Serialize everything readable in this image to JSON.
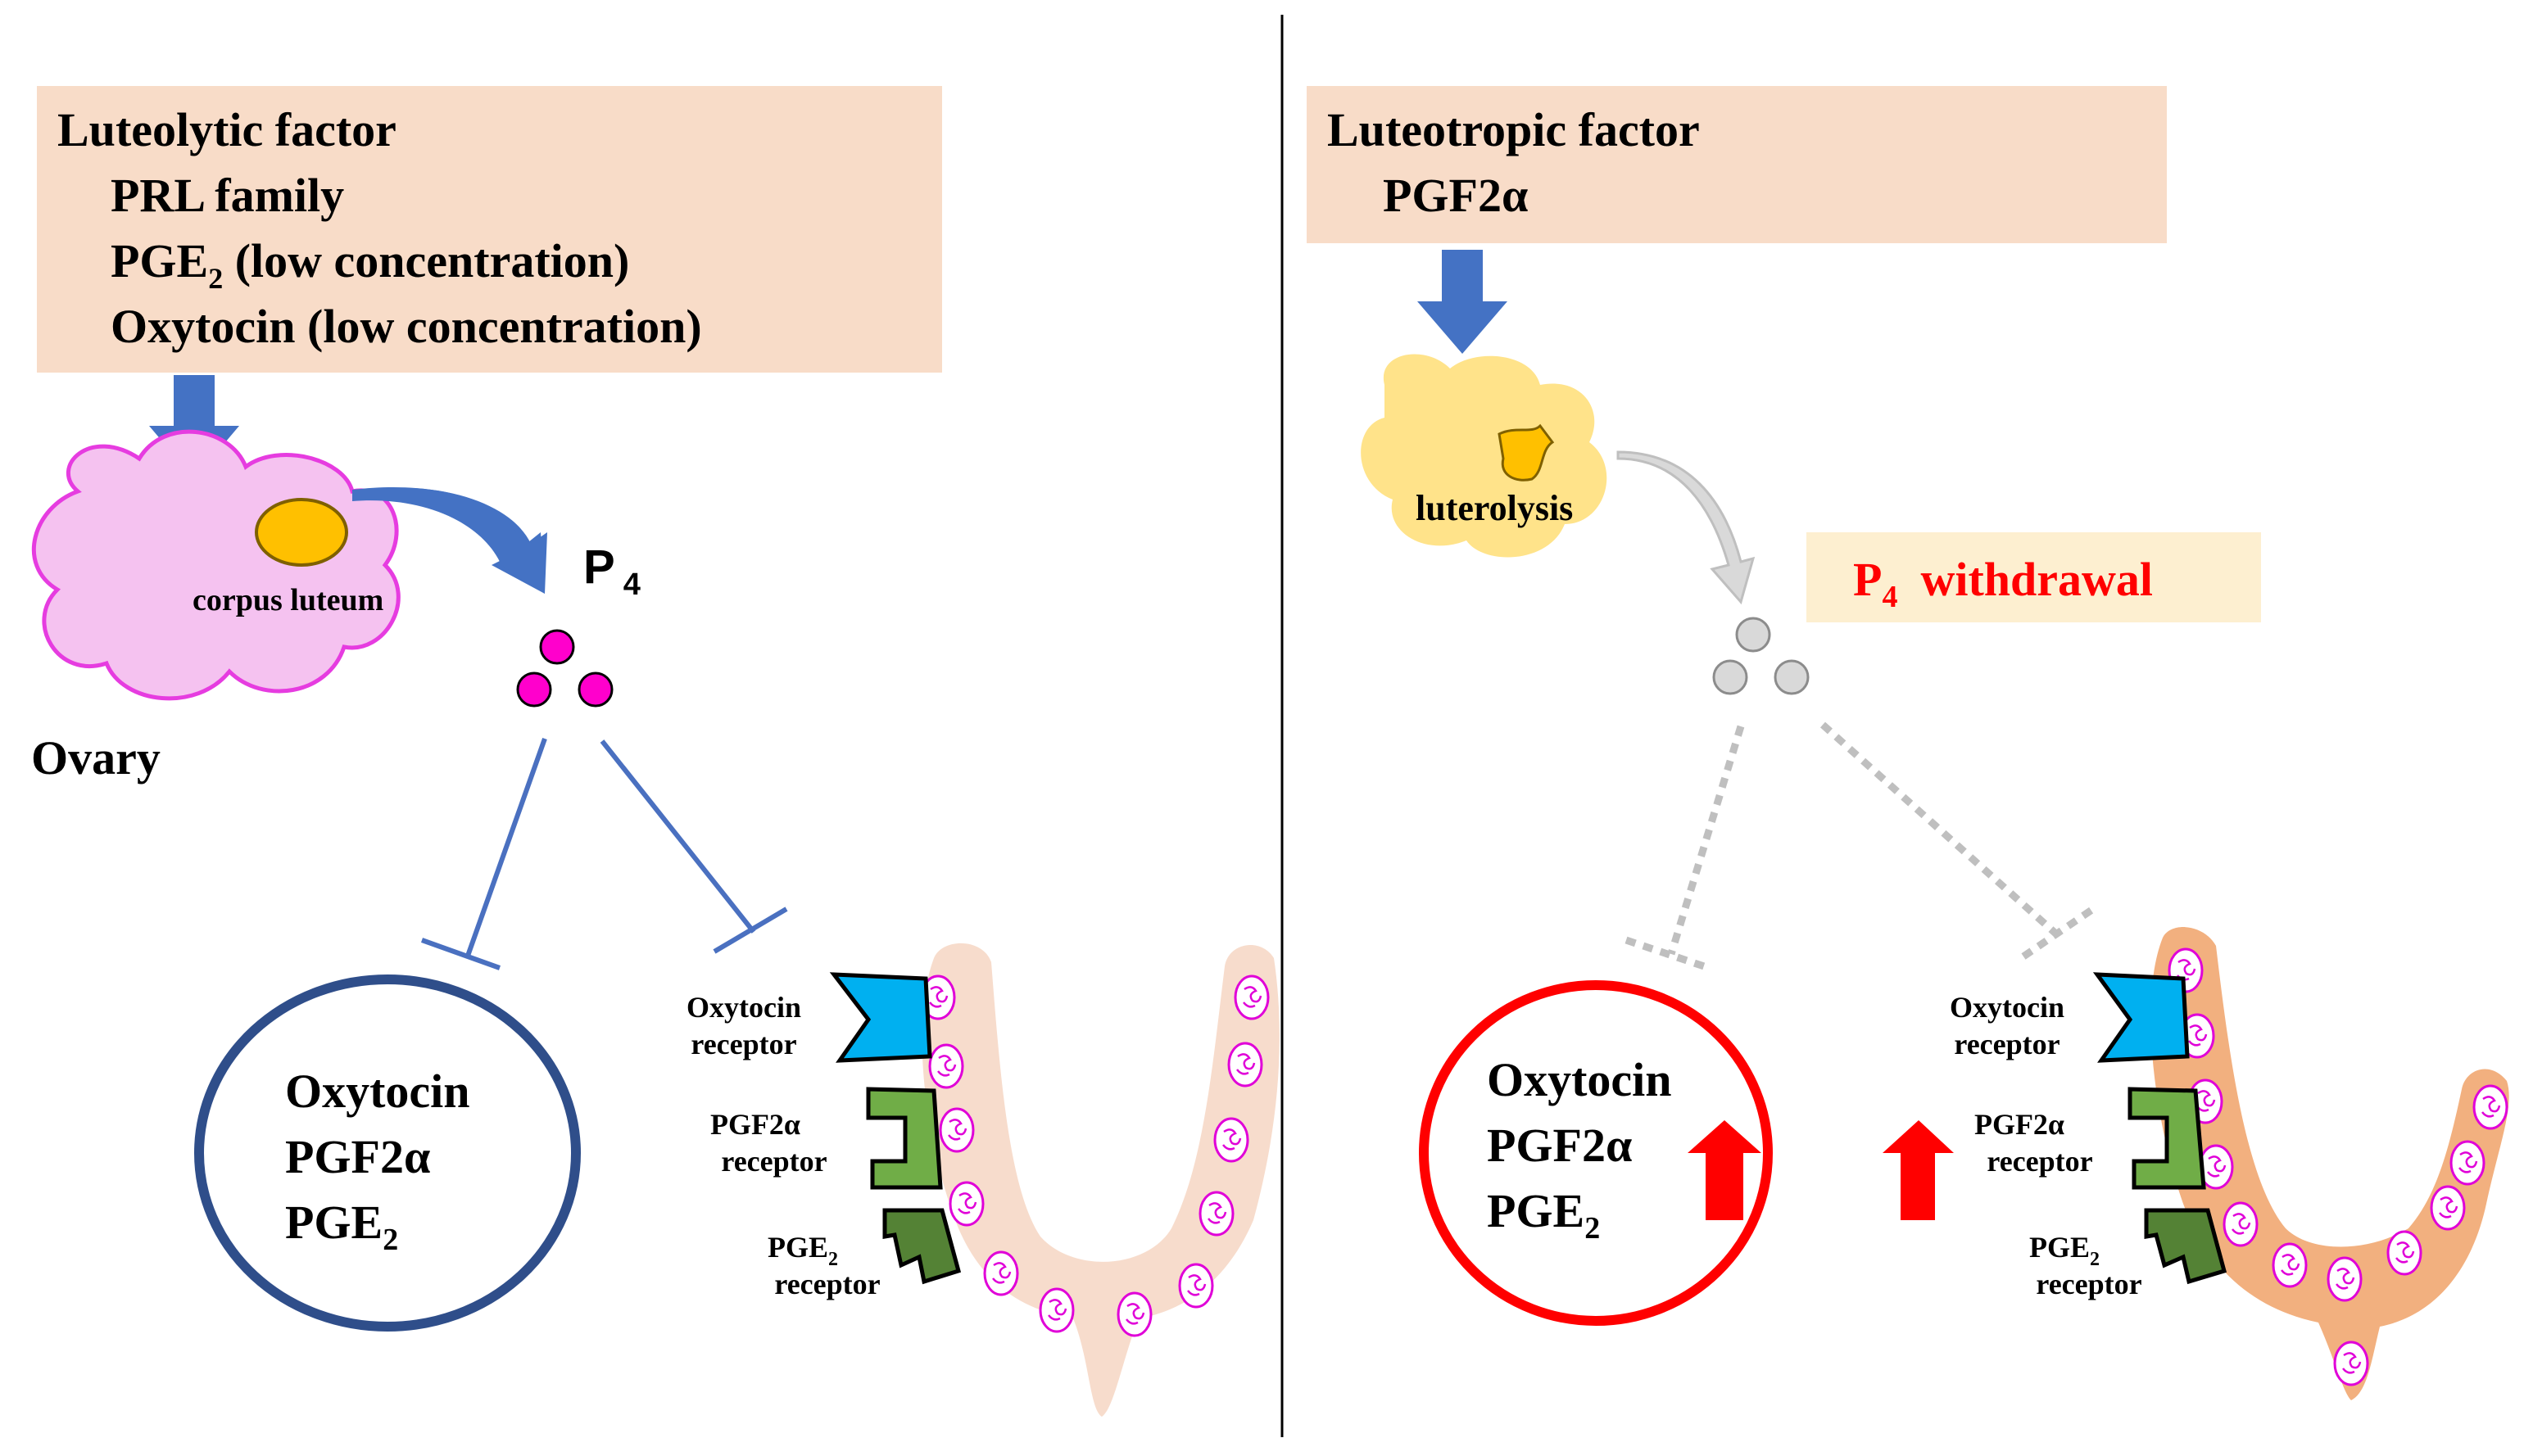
{
  "colors": {
    "panel_bg": "#f8dcc8",
    "arrow_blue": "#4472c4",
    "inhibit_blue": "#4a70c0",
    "ovary_fill": "#f5c2f0",
    "ovary_stroke": "#e63ce0",
    "corpus_luteum": "#ffc000",
    "p4_dot": "#ff00cc",
    "circle_left": "#2f4e8a",
    "circle_right": "#ff0000",
    "uterus_left": "#f7dccc",
    "uterus_right": "#f2b07f",
    "cell_stroke": "#e000d8",
    "oxytocin_receptor": "#00b0f0",
    "pgf2a_receptor": "#70ad47",
    "pge2_receptor": "#548235",
    "yellow_cloud": "#ffe38a",
    "grey": "#bfbfbf",
    "withdrawal_bg": "#fdefd0",
    "red": "#ff0000"
  },
  "left": {
    "factor_box": {
      "title": "Luteolytic factor",
      "line1": "PRL family",
      "line2_prefix": "PGE",
      "line2_sub": "2",
      "line2_suffix": " (low concentration)",
      "line3": "Oxytocin (low concentration)"
    },
    "corpus_luteum_label": "corpus luteum",
    "ovary_label": "Ovary",
    "p4": {
      "letter": "P",
      "sub": "4"
    },
    "circle": {
      "line1": "Oxytocin",
      "line2": "PGF2α",
      "line3_prefix": "PGE",
      "line3_sub": "2"
    },
    "receptors": {
      "oxytocin_l1": "Oxytocin",
      "oxytocin_l2": "receptor",
      "pgf2a_l1": "PGF2α",
      "pgf2a_l2": "receptor",
      "pge2_l1_prefix": "PGE",
      "pge2_l1_sub": "2",
      "pge2_l2": "receptor"
    }
  },
  "right": {
    "factor_box": {
      "title": "Luteotropic factor",
      "line1": "PGF2α"
    },
    "luterolysis_label": "luterolysis",
    "withdrawal": {
      "p": "P",
      "sub": "4",
      "text": "withdrawal"
    },
    "circle": {
      "line1": "Oxytocin",
      "line2": "PGF2α",
      "line3_prefix": "PGE",
      "line3_sub": "2"
    },
    "receptors": {
      "oxytocin_l1": "Oxytocin",
      "oxytocin_l2": "receptor",
      "pgf2a_l1": "PGF2α",
      "pgf2a_l2": "receptor",
      "pge2_l1_prefix": "PGE",
      "pge2_l1_sub": "2",
      "pge2_l2": "receptor"
    }
  }
}
